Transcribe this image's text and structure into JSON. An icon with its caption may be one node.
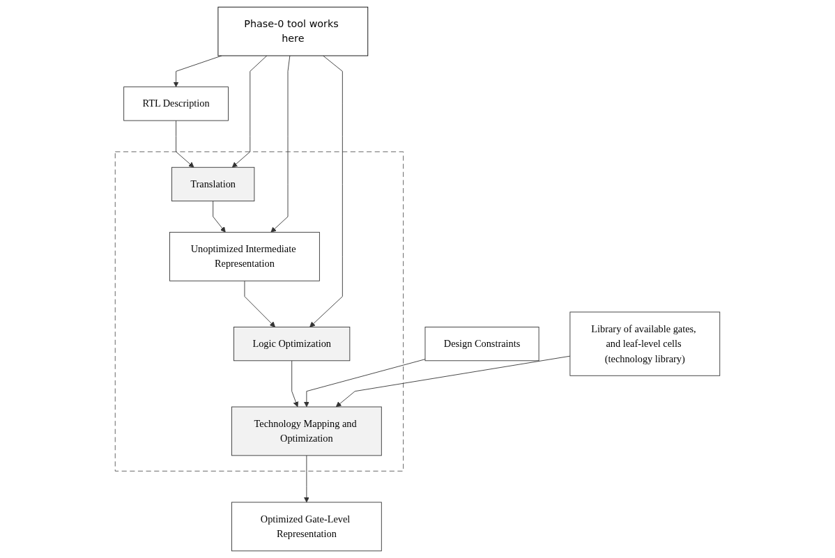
{
  "diagram": {
    "nodes": [
      {
        "text": [
          "RTL Description"
        ]
      },
      {
        "text": [],
        "shape": "box"
      },
      {
        "text": [
          "Translation"
        ],
        "in": 1
      },
      {
        "text": [
          "Unoptimized Intermediate Representation"
        ],
        "in": 1
      },
      {
        "text": [
          "Logic Optimization"
        ],
        "in": 1
      },
      {
        "text": [
          "Technology Mapping and Optimization"
        ],
        "in": 1
      },
      {
        "text": [
          "Design Constraints"
        ]
      },
      {
        "text": [
          "Library of available gates, and leaf-level cells (technology library)"
        ]
      },
      {
        "text": [
          "Optimized Gate-Level Representation"
        ]
      },
      {
        "text": [
          "Phase-0 tool works here"
        ]
      }
    ],
    "edges": [
      {
        "from": 0,
        "to": 2,
        "arrow": "to"
      },
      {
        "from": 2,
        "to": 3,
        "arrow": "to"
      },
      {
        "from": 3,
        "to": 4,
        "arrow": "to"
      },
      {
        "from": 4,
        "to": 5,
        "arrow": "to"
      },
      {
        "from": 6,
        "to": 5,
        "arrow": "to"
      },
      {
        "from": 7,
        "to": 5,
        "arrow": "to"
      },
      {
        "from": 5,
        "to": 8,
        "arrow": "to"
      },
      {
        "from": 9,
        "to": 0,
        "arrow": "to"
      },
      {
        "from": 9,
        "to": 2,
        "arrow": "to"
      },
      {
        "from": 9,
        "to": 3,
        "arrow": "to"
      },
      {
        "from": 9,
        "to": 4,
        "arrow": "to"
      }
    ]
  }
}
